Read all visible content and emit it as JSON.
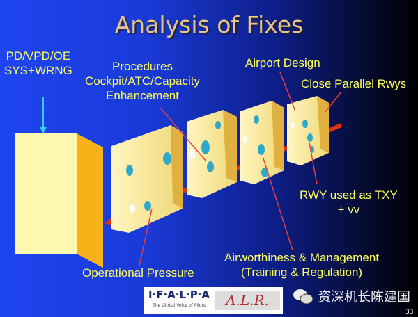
{
  "slide": {
    "title": "Analysis of Fixes",
    "page_number": "33",
    "labels": {
      "hazards": [
        "PD/VPD/OE",
        "SYS+WRNG"
      ],
      "procedures": [
        "Procedures",
        "Cockpit/ATC/Capacity",
        "Enhancement"
      ],
      "airport_design": "Airport Design",
      "close_parallel": "Close Parallel Rwys",
      "rwy_txy": [
        "RWY used as TXY",
        "+ vv"
      ],
      "airworthiness": [
        "Airworthiness & Management",
        "(Training & Regulation)"
      ],
      "operational_pressure": "Operational Pressure"
    },
    "logo": {
      "ifalpa": "I·F·A·L·P·A",
      "ifalpa_tagline": "The Global Voice of Pilots",
      "alr": "A.L.R."
    },
    "watermark": {
      "icon": "wechat-icon",
      "text": "资深机长陈建国"
    },
    "colors": {
      "label": "#ffff5a",
      "title": "#e8c488",
      "cheese": "#fff0a8",
      "trajectory": "#e03010"
    }
  }
}
